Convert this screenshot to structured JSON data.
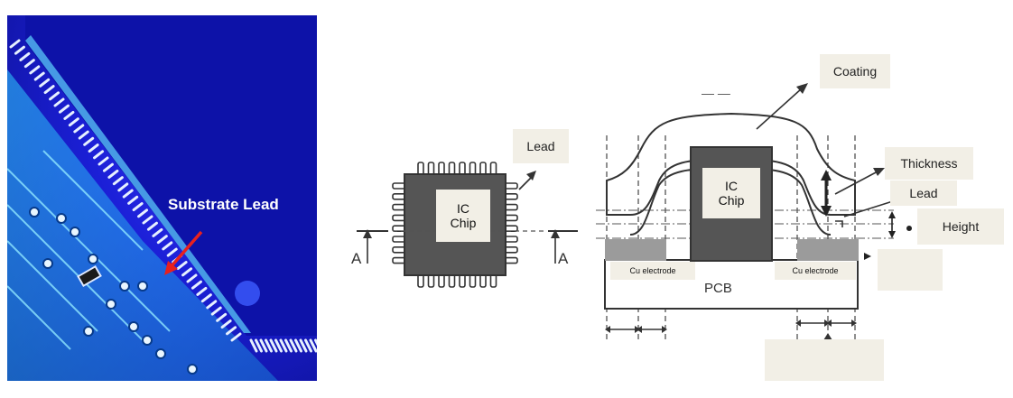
{
  "photo": {
    "callout": "Substrate Lead",
    "colors": {
      "board": "#1b1fd6",
      "arrow": "#e8211e",
      "leads": "#dfe8ff"
    }
  },
  "left_diagram": {
    "chip_label": "IC\nChip",
    "lead_label": "Lead",
    "section_marker": "A"
  },
  "cross_section": {
    "chip_label": "IC\nChip",
    "coating_label": "Coating",
    "thickness_label": "Thickness",
    "lead_label": "Lead",
    "height_label": "Height",
    "cu_left": "Cu electrode",
    "cu_right": "Cu electrode",
    "pcb_label": "PCB",
    "top_mark": "— —"
  }
}
